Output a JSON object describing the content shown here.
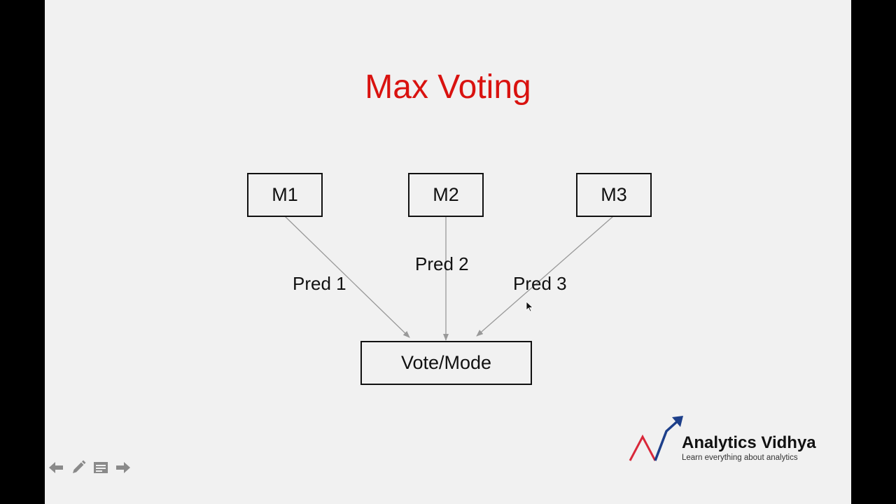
{
  "slide": {
    "title": "Max Voting"
  },
  "diagram": {
    "models": [
      {
        "id": "m1",
        "label": "M1"
      },
      {
        "id": "m2",
        "label": "M2"
      },
      {
        "id": "m3",
        "label": "M3"
      }
    ],
    "aggregator": {
      "label": "Vote/Mode"
    },
    "edges": [
      {
        "from": "m1",
        "to": "aggregator",
        "label": "Pred 1"
      },
      {
        "from": "m2",
        "to": "aggregator",
        "label": "Pred 2"
      },
      {
        "from": "m3",
        "to": "aggregator",
        "label": "Pred 3"
      }
    ]
  },
  "logo": {
    "name": "Analytics Vidhya",
    "tagline": "Learn everything about analytics"
  },
  "toolbar": {
    "icons": [
      "arrow-left-icon",
      "pencil-icon",
      "notes-icon",
      "arrow-right-icon"
    ]
  },
  "colors": {
    "title": "#d9120f",
    "edge": "#999999",
    "background": "#f1f1f1",
    "logo_red": "#d9283a",
    "logo_blue": "#1d3f8a"
  }
}
